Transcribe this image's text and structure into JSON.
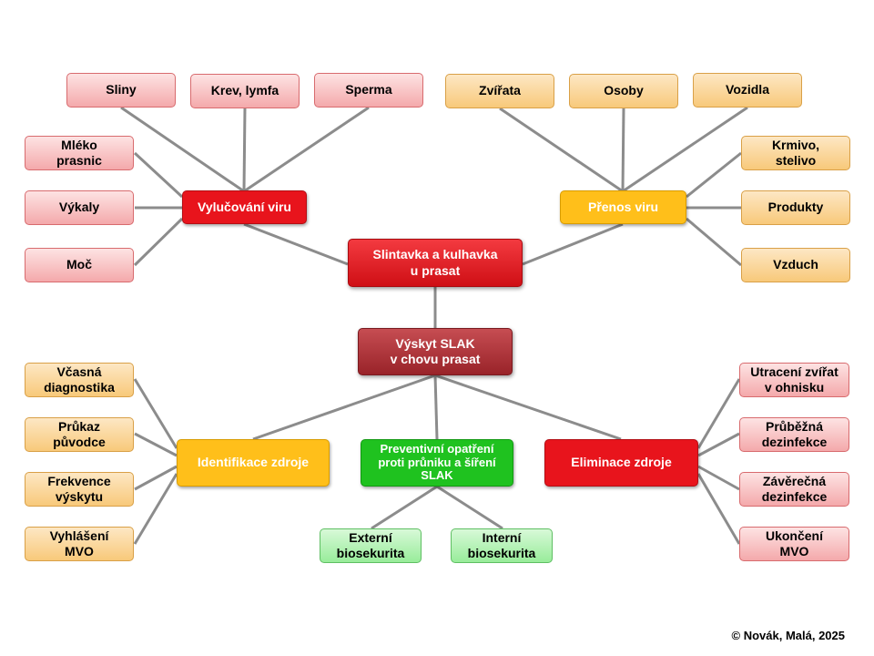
{
  "colors": {
    "line": "#8c8c8c",
    "hub_red": "#e8141c",
    "hub_orange": "#ffbf1a",
    "hub_green": "#1fc21f",
    "root_dark_red": "#992329"
  },
  "center": {
    "label": "Slintavka a kulhavka\nu prasat"
  },
  "root": {
    "label": "Výskyt SLAK\nv chovu prasat"
  },
  "vylucovani": {
    "label": "Vylučování viru",
    "items": [
      "Sliny",
      "Krev,  lymfa",
      "Sperma",
      "Mléko\nprasnic",
      "Výkaly",
      "Moč"
    ]
  },
  "prenos": {
    "label": "Přenos viru",
    "items": [
      "Zvířata",
      "Osoby",
      "Vozidla",
      "Krmivo,\nstelivo",
      "Produkty",
      "Vzduch"
    ]
  },
  "identifikace": {
    "label": "Identifikace zdroje",
    "items": [
      "Včasná\ndiagnostika",
      "Průkaz\npůvodce",
      "Frekvence\nvýskytu",
      "Vyhlášení\nMVO"
    ]
  },
  "preventivni": {
    "label": "Preventivní opatření\nproti průniku a šíření\nSLAK",
    "items": [
      "Externí\nbiosekurita",
      "Interní\nbiosekurita"
    ]
  },
  "eliminace": {
    "label": "Eliminace zdroje",
    "items": [
      "Utracení zvířat\nv ohnisku",
      "Průběžná\ndezinfekce",
      "Závěrečná\ndezinfekce",
      "Ukončení\nMVO"
    ]
  },
  "copyright": "© Novák, Malá, 2025"
}
